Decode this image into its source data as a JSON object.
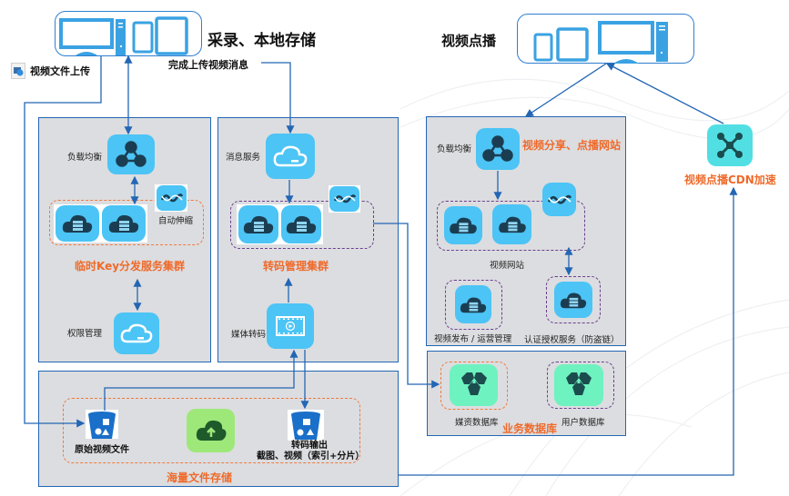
{
  "capture": {
    "title": "采录、本地存储",
    "upload_label": "视频文件上传",
    "upload_done_label": "完成上传视频消息"
  },
  "playback": {
    "title": "视频点播"
  },
  "key_cluster": {
    "title": "临时Key分发服务集群",
    "load_balancer_label": "负载均衡",
    "autoscale_label": "自动伸缩",
    "permission_label": "权限管理"
  },
  "transcode_cluster": {
    "title": "转码管理集群",
    "message_service_label": "消息服务",
    "media_transcode_label": "媒体转码"
  },
  "video_site": {
    "title": "视频分享、点播网站",
    "load_balancer_label": "负载均衡",
    "website_label": "视频网站",
    "publish_label": "视频发布 / 运营管理",
    "auth_label": "认证授权服务（防盗链）"
  },
  "business_db": {
    "title": "业务数据库",
    "media_db_label": "媒资数据库",
    "user_db_label": "用户数据库"
  },
  "storage": {
    "title": "海量文件存储",
    "raw_label": "原始视频文件",
    "output_label_line1": "转码输出",
    "output_label_line2": "截图、视频（索引+分片）"
  },
  "cdn": {
    "title": "视频点播CDN加速"
  },
  "colors": {
    "panel_border": "#2366b4",
    "panel_fill": "#dcdde0",
    "accent_orange": "#ef6a2a",
    "tile_blue": "#4cc4f5",
    "tile_green": "#6ef2c0",
    "tile_teal": "#52dfe3",
    "dash_purple": "#6b3f8e"
  }
}
